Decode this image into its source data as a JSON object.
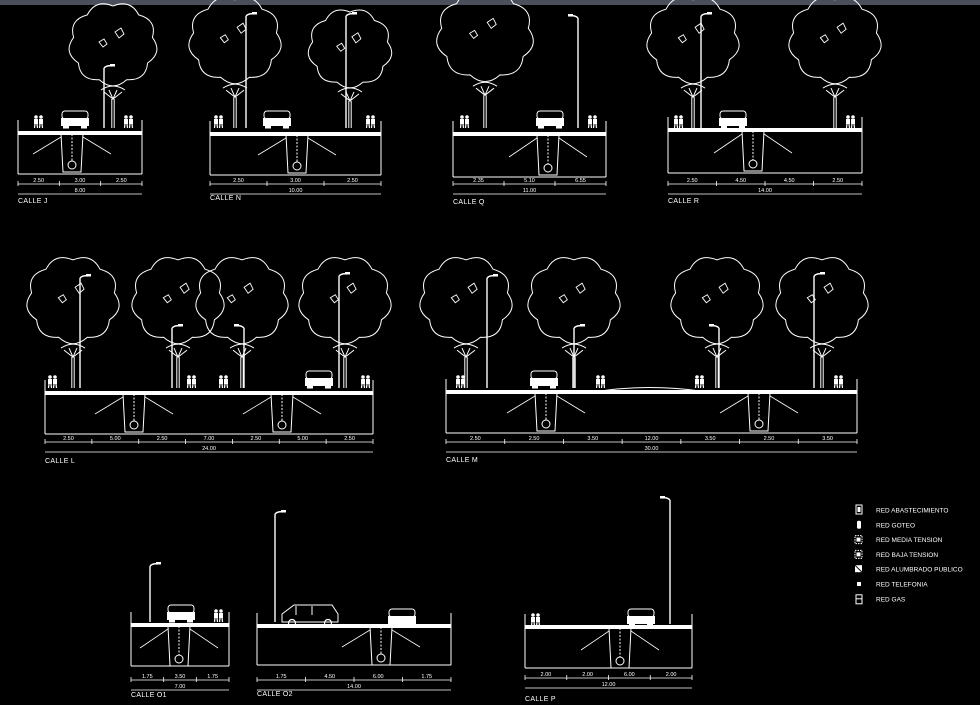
{
  "colors": {
    "background": "#000000",
    "lines": "#ffffff",
    "topbar": "#4b4f5c"
  },
  "sections": [
    {
      "title": "CALLE J",
      "dims": [
        "2.50",
        "3.00",
        "2.50"
      ],
      "total": "8.00"
    },
    {
      "title": "CALLE N",
      "dims": [
        "2.50",
        "3.00",
        "2.50"
      ],
      "total": "10.00"
    },
    {
      "title": "CALLE Q",
      "dims": [
        "2.35",
        "5.10",
        "6.55"
      ],
      "total": "11.00"
    },
    {
      "title": "CALLE R",
      "dims": [
        "2.50",
        "4.50",
        "4.50",
        "2.50"
      ],
      "total": "14.00"
    },
    {
      "title": "CALLE L",
      "dims": [
        "2.50",
        "5.00",
        "2.50",
        "7.00",
        "2.50",
        "5.00",
        "2.50"
      ],
      "total": "24.00"
    },
    {
      "title": "CALLE M",
      "dims": [
        "2.50",
        "2.50",
        "3.50",
        "12.00",
        "3.50",
        "2.50",
        "3.50"
      ],
      "total": "30.00"
    },
    {
      "title": "CALLE O1",
      "dims": [
        "1.75",
        "3.50",
        "1.75"
      ],
      "total": "7.00"
    },
    {
      "title": "CALLE O2",
      "dims": [
        "1.75",
        "4.50",
        "6.00",
        "1.75"
      ],
      "total": "14.00"
    },
    {
      "title": "CALLE P",
      "dims": [
        "2.00",
        "2.00",
        "6.00",
        "2.00"
      ],
      "total": "12.00"
    }
  ],
  "legend": [
    {
      "label": "RED ABASTECIMIENTO",
      "icon": "water-supply-symbol"
    },
    {
      "label": "RED GOTEO",
      "icon": "drip-irrigation-symbol"
    },
    {
      "label": "RED MEDIA TENSION",
      "icon": "medium-voltage-symbol"
    },
    {
      "label": "RED BAJA TENSION",
      "icon": "low-voltage-symbol"
    },
    {
      "label": "RED ALUMBRADO PUBLICO",
      "icon": "street-lighting-symbol"
    },
    {
      "label": "RED TELEFONIA",
      "icon": "telephone-symbol"
    },
    {
      "label": "RED GAS",
      "icon": "gas-symbol"
    }
  ]
}
